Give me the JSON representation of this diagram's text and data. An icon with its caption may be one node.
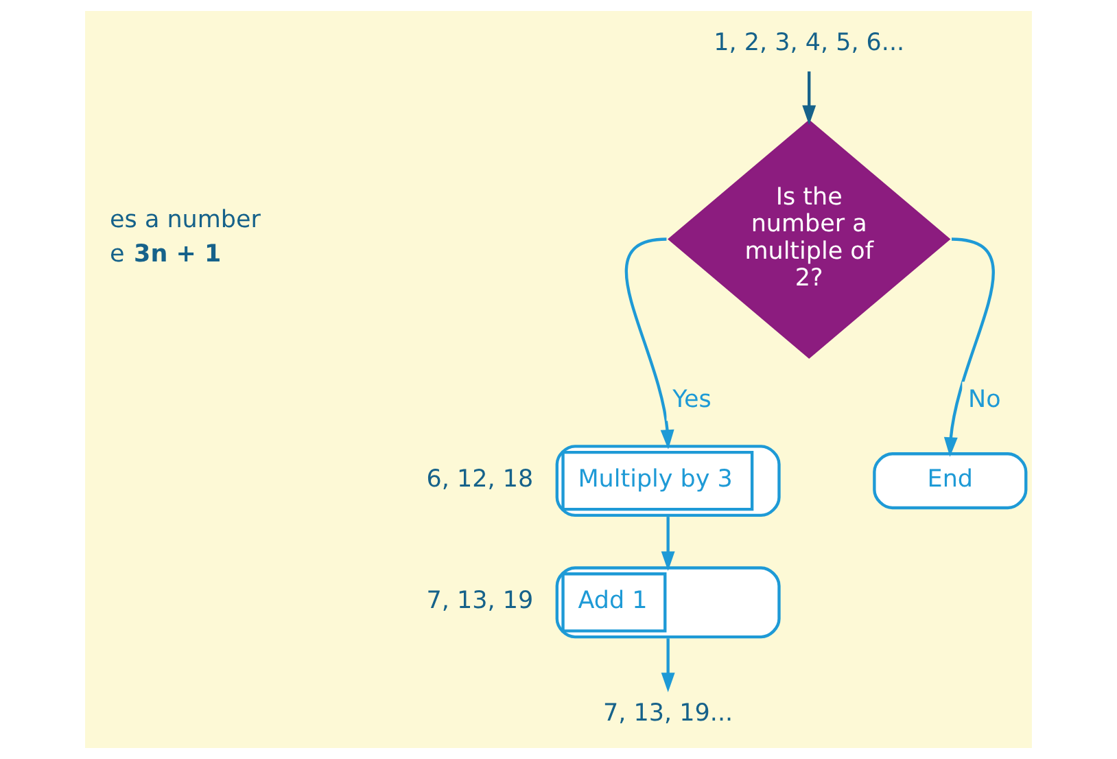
{
  "diagram": {
    "nodes": [
      {
        "text": [
          "1, 2, 3, 4, 5, 6..."
        ]
      },
      {
        "text": [
          "Is the number a multiple of 2?"
        ]
      },
      {
        "text": [
          "Multiply by 3"
        ],
        "beside": [
          "6, 12, 18"
        ]
      },
      {
        "text": [
          "Add 1"
        ],
        "beside": [
          "7, 13, 19"
        ]
      },
      {
        "text": [
          "End"
        ]
      },
      {
        "text": [
          "7, 13, 19..."
        ]
      }
    ],
    "edges": [
      {
        "from": 0,
        "to": 1,
        "arrow": "to",
        "color": "#16628a"
      },
      {
        "from": 1,
        "to": 2,
        "arrow": "to",
        "label": "Yes"
      },
      {
        "from": 1,
        "to": 4,
        "arrow": "to",
        "label": "No"
      },
      {
        "from": 2,
        "to": 3,
        "arrow": "to"
      },
      {
        "from": 3,
        "to": 5,
        "arrow": "to"
      }
    ],
    "labels": [
      "es a number",
      "e **3n + 1**"
    ]
  }
}
